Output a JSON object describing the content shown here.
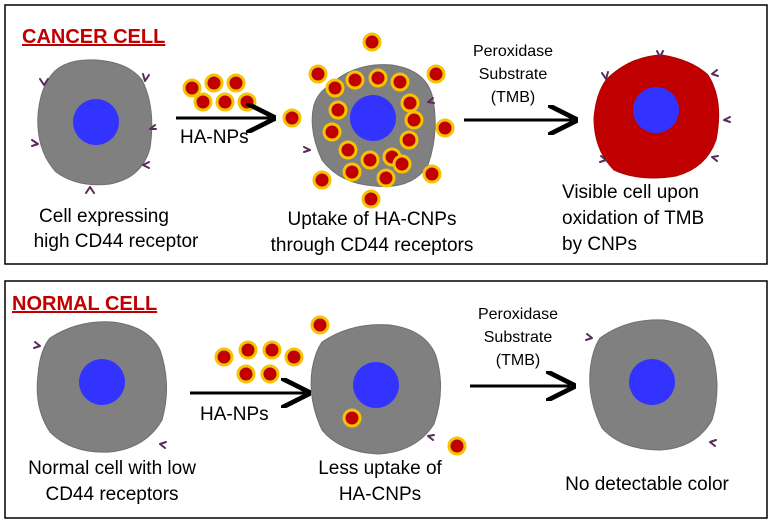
{
  "panels": {
    "cancer": {
      "title": "CANCER CELL",
      "cell1_label_line1": "Cell expressing",
      "cell1_label_line2": "high CD44 receptor",
      "arrow1_label": "HA-NPs",
      "cell2_label_line1": "Uptake of HA-CNPs",
      "cell2_label_line2": "through CD44 receptors",
      "arrow2_label_line1": "Peroxidase",
      "arrow2_label_line2": "Substrate",
      "arrow2_label_line3": "(TMB)",
      "cell3_label_line1": "Visible cell upon",
      "cell3_label_line2": "oxidation of TMB",
      "cell3_label_line3": "by CNPs"
    },
    "normal": {
      "title": "NORMAL CELL",
      "cell1_label_line1": "Normal cell with low",
      "cell1_label_line2": "CD44 receptors",
      "arrow1_label": "HA-NPs",
      "cell2_label_line1": "Less uptake of",
      "cell2_label_line2": "HA-CNPs",
      "arrow2_label_line1": "Peroxidase",
      "arrow2_label_line2": "Substrate",
      "arrow2_label_line3": "(TMB)",
      "cell3_label_line1": "No detectable color"
    }
  },
  "colors": {
    "title_red": "#c00000",
    "cell_gray": "#808080",
    "nucleus_blue": "#3333ff",
    "nanoparticle_red": "#c00000",
    "nanoparticle_ring": "#f5c400",
    "receptor_purple": "#5a2a5a"
  }
}
